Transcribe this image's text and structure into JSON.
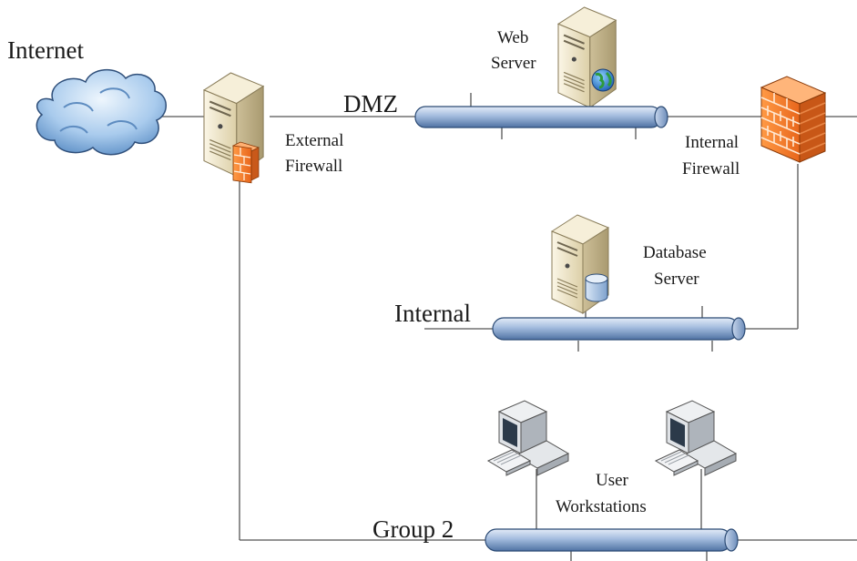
{
  "labels": {
    "internet": "Internet",
    "dmz": "DMZ",
    "internal": "Internal",
    "group2": "Group 2",
    "web_server_1": "Web",
    "web_server_2": "Server",
    "external_firewall_1": "External",
    "external_firewall_2": "Firewall",
    "internal_firewall_1": "Internal",
    "internal_firewall_2": "Firewall",
    "database_server_1": "Database",
    "database_server_2": "Server",
    "user_workstations_1": "User",
    "user_workstations_2": "Workstations"
  },
  "colors": {
    "line": "#555555",
    "bus_light": "#cfdcef",
    "bus_mid": "#8eabd2",
    "bus_dark": "#4d6f9d",
    "server_light": "#f3ecd7",
    "server_dark": "#c9b98f",
    "firewall_brick": "#f08a3a",
    "firewall_dark": "#c95a12",
    "cloud_light": "#d6e8f7",
    "cloud_dark": "#5b8fc7",
    "workstation": "#cfd3d8"
  }
}
